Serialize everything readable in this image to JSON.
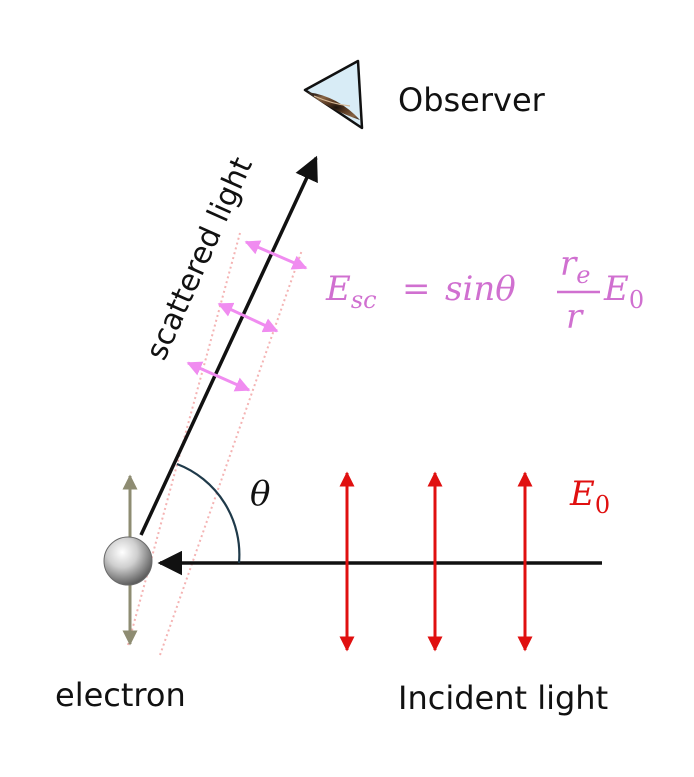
{
  "labels": {
    "observer": "Observer",
    "scattered_light": "scattered light",
    "electron": "electron",
    "incident_light": "Incident light",
    "theta": "θ"
  },
  "formula": {
    "lhs_base": "E",
    "lhs_sub": "sc",
    "equals": "=",
    "sin_theta": "sinθ",
    "frac_num_base": "r",
    "frac_num_sub": "e",
    "frac_den": "r",
    "tail_base": "E",
    "tail_sub": "0"
  },
  "incident_field_label": {
    "base": "E",
    "sub": "0"
  },
  "colors": {
    "line": "#111111",
    "incident_field": "#e01010",
    "scattered_field": "#f08cf0",
    "formula": "#d070d0",
    "guide_dotted": "#f4b3b3",
    "electron_oscillation": "#8e8c72",
    "angle_arc": "#1f3a4a"
  },
  "icons": {
    "observer": "eye-icon",
    "electron": "sphere-icon"
  }
}
